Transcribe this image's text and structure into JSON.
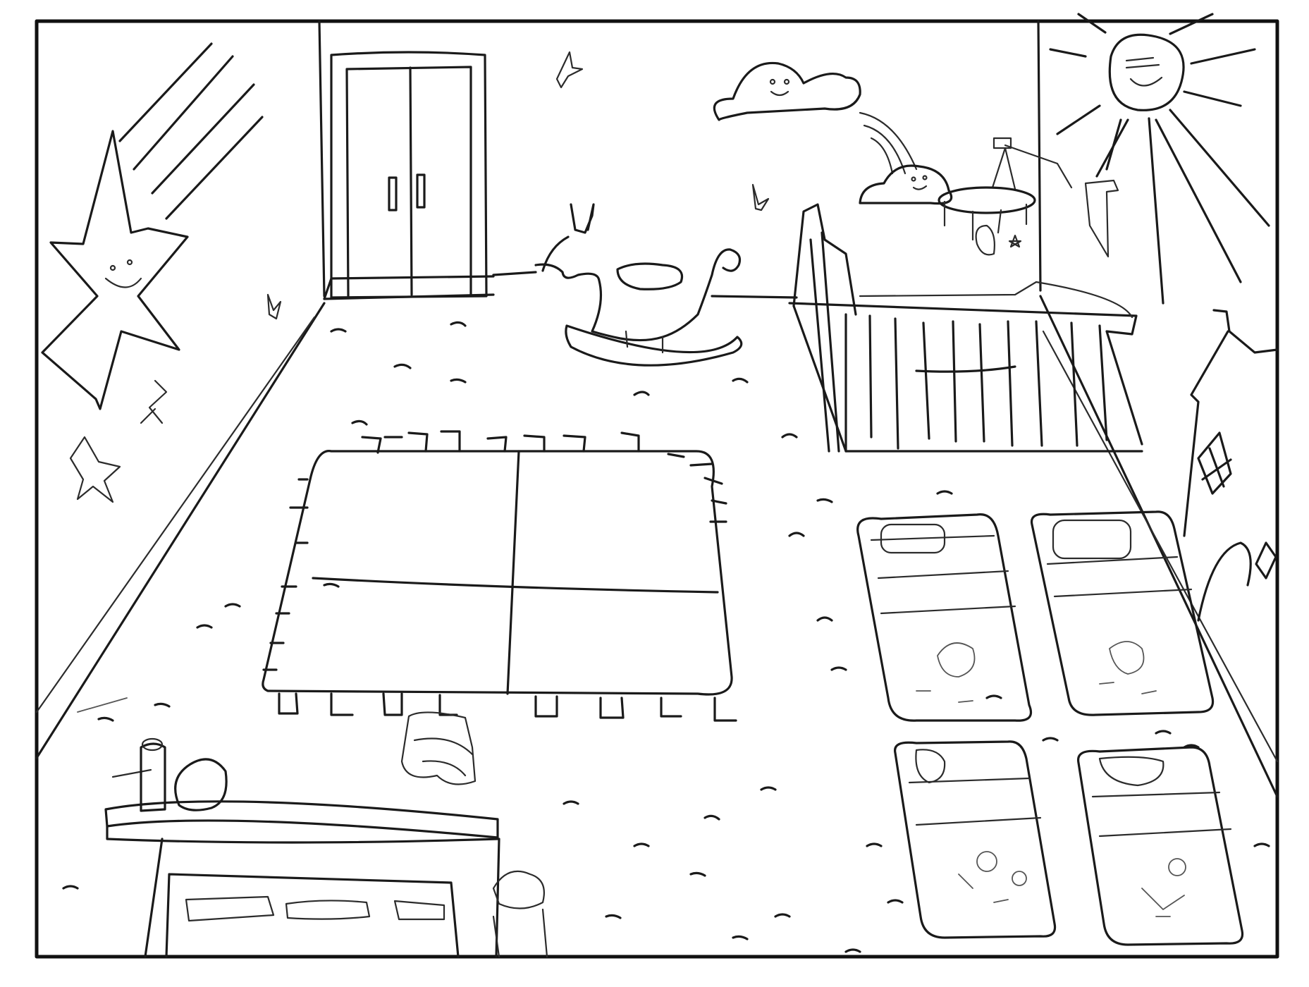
{
  "colors": {
    "ink": "#1a1a1a",
    "paper": "#ffffff",
    "shade": "#555555"
  },
  "scene": {
    "kind": "pencil sketch of a nursery room",
    "wall_decorations": [
      "star-icon",
      "sun-icon",
      "cloud-icon",
      "rainbow-icon"
    ],
    "furniture": [
      "wardrobe",
      "rocking-horse",
      "crib",
      "play-mat",
      "changing-table",
      "nap-mat"
    ]
  }
}
